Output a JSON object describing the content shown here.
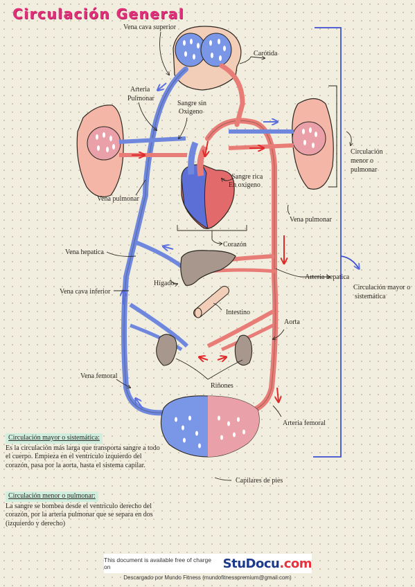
{
  "title": "Circulación General",
  "labels": {
    "vena_cava_superior": "Vena cava superior",
    "carotida": "Carótida",
    "arteria_pulmonar_1": "Arteria",
    "arteria_pulmonar_2": "Pulmonar",
    "sangre_sin_1": "Sangre sin",
    "sangre_sin_2": "Oxigeno",
    "sangre_rica_1": "Sangre rica",
    "sangre_rica_2": "En oxigeno",
    "circ_menor_1": "Circulación",
    "circ_menor_2": "menor o",
    "circ_menor_3": "pulmonar",
    "vena_pulmonar_left": "Vena pulmonar",
    "vena_pulmonar_right": "Vena pulmonar",
    "corazon": "Corazón",
    "vena_hepatica": "Vena hepatica",
    "higado": "Hígado",
    "arteria_hepatica": "Arteria hepatica",
    "circ_mayor_1": "Circulación mayor o",
    "circ_mayor_2": "sistemática",
    "vena_cava_inferior": "Vena cava inferior",
    "intestino": "Intestino",
    "aorta": "Aorta",
    "vena_femoral": "Vena femoral",
    "rinones": "Riñones",
    "arteria_femoral": "Arteria femoral",
    "capilares": "Capilares de pies"
  },
  "notes": {
    "mayor_heading": "Circulación mayor o sistemática:",
    "mayor_body": "Es la circulación más larga que transporta sangre a todo el cuerpo. Empieza en el ventrículo izquierdo del corazón, pasa por la aorta, hasta el sistema capilar.",
    "menor_heading": "Circulación menor o pulmonar:",
    "menor_body": "La sangre se bombea desde el ventrículo derecho del corazón, por la arteria pulmonar que se separa en dos (izquierdo y derecho)"
  },
  "footer": {
    "notice": "This document is available free of charge on",
    "logo_main": "StuDocu",
    "logo_suffix": ".com",
    "download": "Descargado por Mundo Fitness (mundofitnesspremium@gmail.com)"
  },
  "colors": {
    "vein": "#6f88dd",
    "artery": "#e87d78",
    "title": "#e0307a",
    "bracket": "#3b4fd0"
  }
}
